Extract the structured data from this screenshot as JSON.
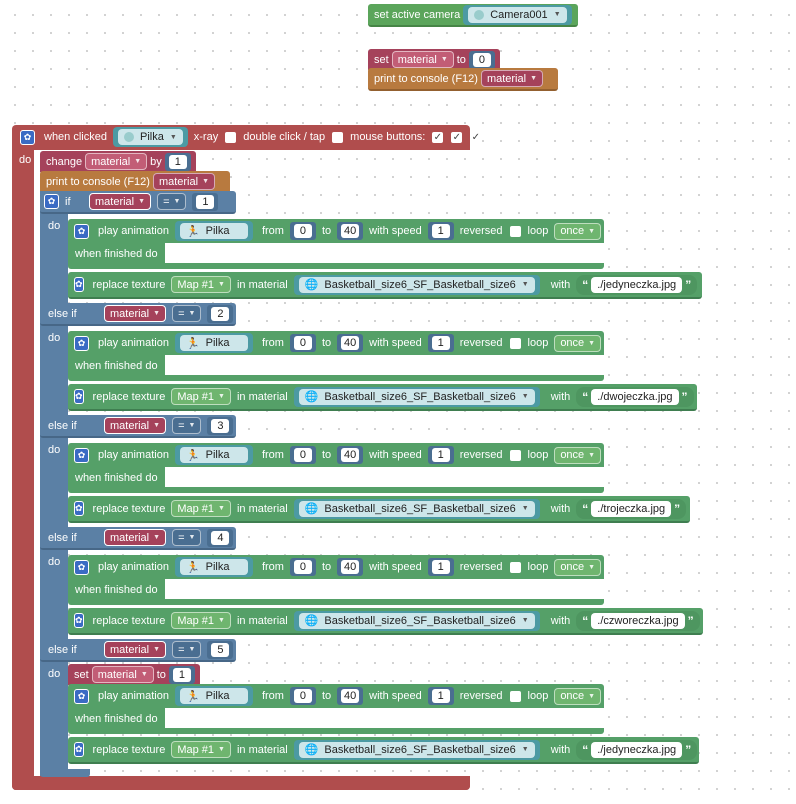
{
  "top": {
    "set_camera": "set active camera",
    "camera_name": "Camera001",
    "set": "set",
    "set_var": "material",
    "to": "to",
    "set_value": "0",
    "print": "print to console (F12)",
    "print_var": "material"
  },
  "event": {
    "when_clicked": "when clicked",
    "object": "Pilka",
    "xray": "x-ray",
    "double_click": "double click / tap",
    "mouse_buttons": "mouse buttons:",
    "do": "do"
  },
  "change": {
    "label": "change",
    "var": "material",
    "by": "by",
    "value": "1"
  },
  "print2": {
    "label": "print to console (F12)",
    "var": "material"
  },
  "common": {
    "if": "if",
    "else_if": "else if",
    "do": "do",
    "eq": "=",
    "play_animation": "play animation",
    "anim_object": "Pilka",
    "from": "from",
    "to": "to",
    "with_speed": "with speed",
    "reversed": "reversed",
    "loop": "loop",
    "loop_mode": "once",
    "when_finished": "when finished do",
    "replace_texture": "replace texture",
    "map": "Map #1",
    "in_material": "in material",
    "material_name": "Basketball_size6_SF_Basketball_size6",
    "with": "with",
    "cond_var": "material",
    "from_val": "0",
    "to_val": "40",
    "speed_val": "1",
    "set": "set",
    "set_var": "material",
    "set_to": "to",
    "set_val": "1"
  },
  "branches": [
    {
      "label": "if",
      "cmp": "1",
      "file": "./jedyneczka.jpg"
    },
    {
      "label": "else if",
      "cmp": "2",
      "file": "./dwojeczka.jpg"
    },
    {
      "label": "else if",
      "cmp": "3",
      "file": "./trojeczka.jpg"
    },
    {
      "label": "else if",
      "cmp": "4",
      "file": "./czworeczka.jpg"
    },
    {
      "label": "else if",
      "cmp": "5",
      "file": "./jedyneczka.jpg"
    }
  ]
}
